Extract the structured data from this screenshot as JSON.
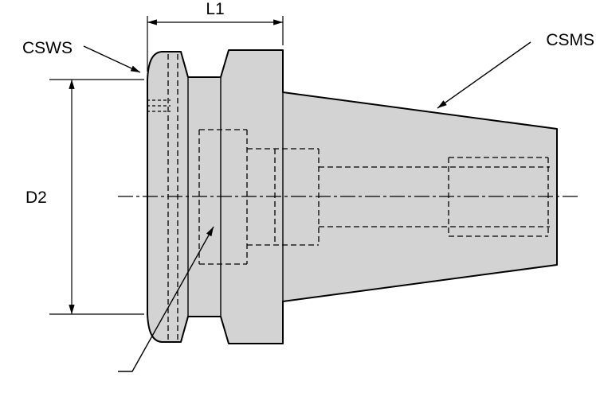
{
  "diagram": {
    "labels": {
      "l1": "L1",
      "d2": "D2",
      "csws": "CSWS",
      "csms": "CSMS"
    },
    "colors": {
      "body_fill": "#d3d3d3",
      "line_color": "#000000",
      "background": "#ffffff"
    }
  }
}
